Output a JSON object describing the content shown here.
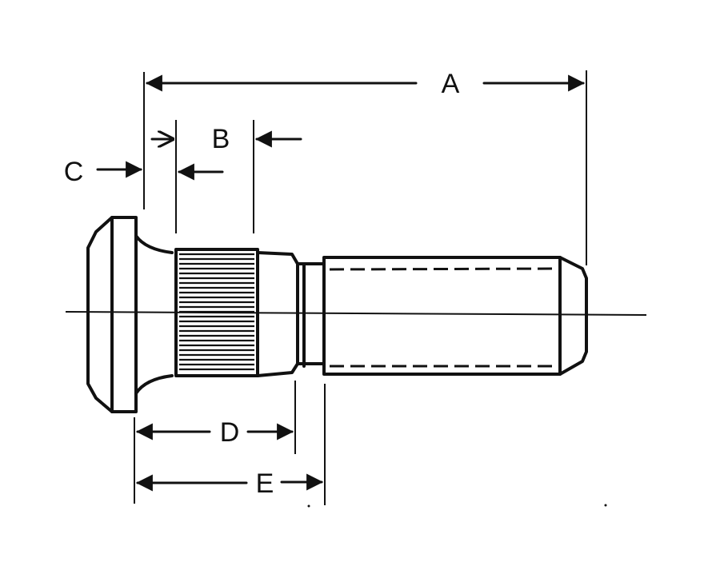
{
  "diagram": {
    "labels": {
      "a": "A",
      "b": "B",
      "c": "C",
      "d": "D",
      "e": "E"
    },
    "line_color": "#111111",
    "background": "#ffffff"
  }
}
